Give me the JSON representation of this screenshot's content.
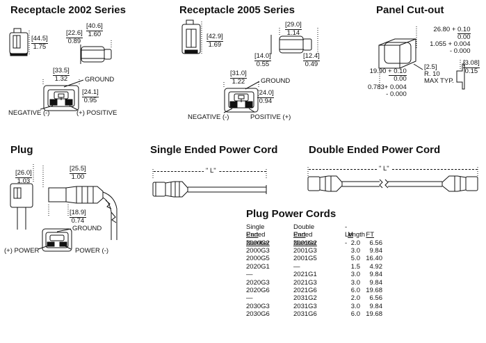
{
  "headings": {
    "receptacle_2002": "Receptacle 2002 Series",
    "receptacle_2005": "Receptacle 2005 Series",
    "panel_cutout": "Panel Cut-out",
    "plug": "Plug",
    "single_cord": "Single Ended Power Cord",
    "double_cord": "Double Ended Power Cord",
    "plug_power_cords": "Plug Power Cords"
  },
  "r2002": {
    "height": {
      "a": "[44.5]",
      "b": "1.75"
    },
    "depth": {
      "a": "[22.6]",
      "b": "0.89"
    },
    "body": {
      "a": "[40.6]",
      "b": "1.60"
    },
    "face_w": {
      "a": "[33.5]",
      "b": "1.32"
    },
    "face_h": {
      "a": "[24.1]",
      "b": "0.95"
    },
    "ground": "GROUND",
    "negative": "NEGATIVE (-)",
    "positive": "(+) POSITIVE"
  },
  "r2005": {
    "height": {
      "a": "[42.9]",
      "b": "1.69"
    },
    "width_top": {
      "a": "[29.0]",
      "b": "1.14"
    },
    "left_dim": {
      "a": "[14.0]",
      "b": "0.55"
    },
    "right_dim": {
      "a": "[12.4]",
      "b": "0.49"
    },
    "face_w": {
      "a": "[31.0]",
      "b": "1.22"
    },
    "face_h": {
      "a": "[24.0]",
      "b": "0.94"
    },
    "ground": "GROUND",
    "negative": "NEGATIVE (-)",
    "positive": "POSITIVE (+)"
  },
  "cutout": {
    "w1": "26.80 + 0.10",
    "w2": "0.00",
    "w3": "1.055 + 0.004",
    "w4": "- 0.000",
    "h1": "19.90 + 0.10",
    "h2": "0.00",
    "h3": "0.783+ 0.004",
    "h4": "- 0.000",
    "radius1": "[2.5]",
    "radius2": "R. 10",
    "radius3": "MAX TYP.",
    "thick": {
      "a": "[3.08]",
      "b": "0.15"
    }
  },
  "plug": {
    "height": {
      "a": "[26.0]",
      "b": "1.03"
    },
    "length": {
      "a": "[25.5]",
      "b": "1.00"
    },
    "bottom": {
      "a": "[18.9]",
      "b": "0.74"
    },
    "ground": "GROUND",
    "power_pos": "(+) POWER",
    "power_neg": "POWER (-)"
  },
  "cords": {
    "single_l": "\" L\"",
    "double_l": "\" L\""
  },
  "table": {
    "hdr1": [
      "Single Ended",
      "Double Ended",
      "- Length -"
    ],
    "hdr2": [
      "Part Number",
      "Part Number",
      "M",
      "FT"
    ],
    "rows": [
      [
        "2000G2",
        "2001G2",
        "2.0",
        "6.56"
      ],
      [
        "2000G3",
        "2001G3",
        "3.0",
        "9.84"
      ],
      [
        "2000G5",
        "2001G5",
        "5.0",
        "16.40"
      ],
      [
        "2020G1",
        "—",
        "1.5",
        "4.92"
      ],
      [
        "—",
        "2021G1",
        "3.0",
        "9.84"
      ],
      [
        "2020G3",
        "2021G3",
        "3.0",
        "9.84"
      ],
      [
        "2020G6",
        "2021G6",
        "6.0",
        "19.68"
      ],
      [
        "—",
        "2031G2",
        "2.0",
        "6.56"
      ],
      [
        "2030G3",
        "2031G3",
        "3.0",
        "9.84"
      ],
      [
        "2030G6",
        "2031G6",
        "6.0",
        "19.68"
      ]
    ]
  }
}
